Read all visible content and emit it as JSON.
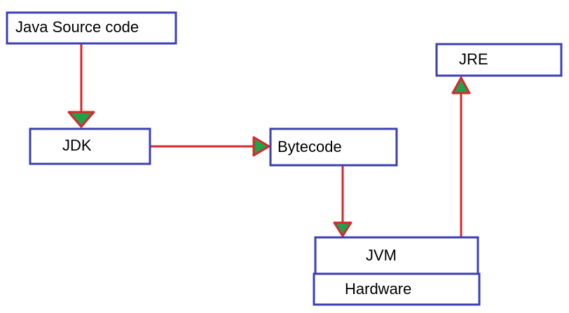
{
  "nodes": {
    "java_source": "Java Source code",
    "jdk": "JDK",
    "bytecode": "Bytecode",
    "jre": "JRE",
    "jvm": "JVM",
    "hardware": "Hardware"
  },
  "edges": [
    {
      "from": "java_source",
      "to": "jdk"
    },
    {
      "from": "jdk",
      "to": "bytecode"
    },
    {
      "from": "bytecode",
      "to": "jvm"
    },
    {
      "from": "jvm",
      "to": "jre"
    }
  ],
  "colors": {
    "box_border": "#3b3fb5",
    "arrow_line": "#d9262c",
    "arrow_head": "#22a04a"
  }
}
